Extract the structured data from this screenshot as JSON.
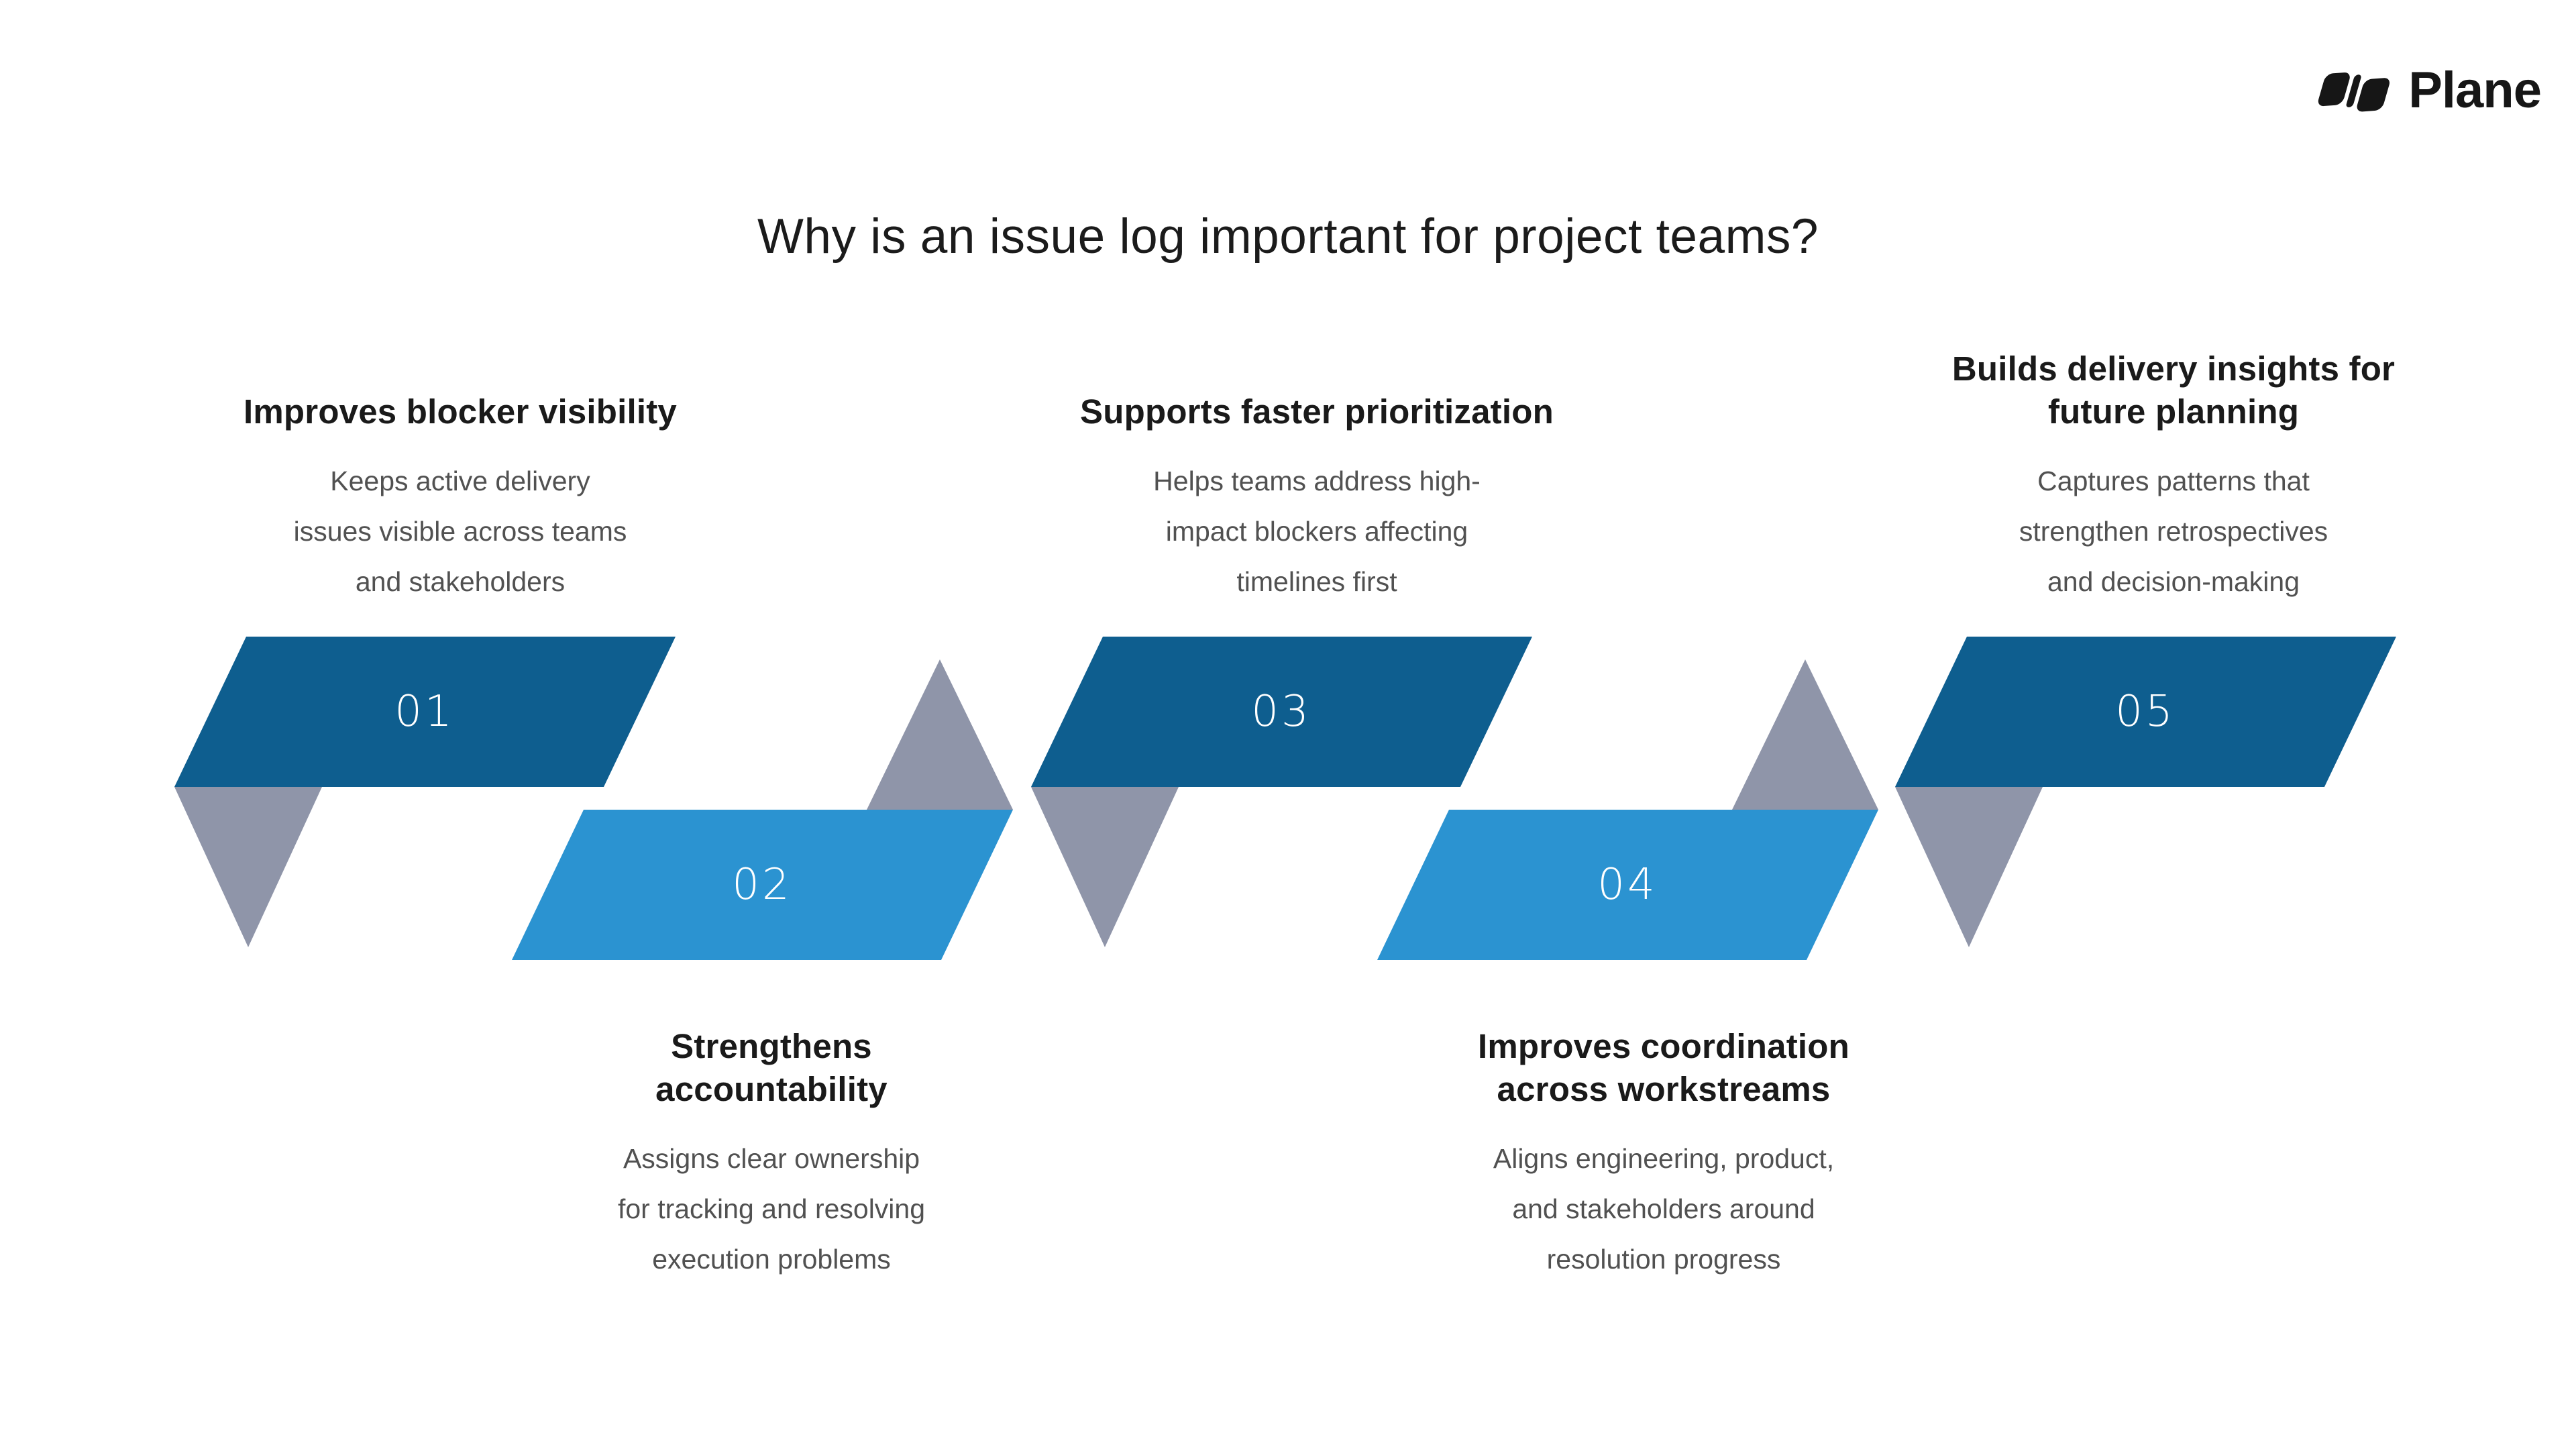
{
  "brand": {
    "name": "Plane",
    "logo_icon": "plane-logo-mark",
    "text_color": "#161616"
  },
  "title": "Why is an issue log important for project teams?",
  "colors": {
    "background": "#ffffff",
    "dark_blue": "#0E5E8F",
    "light_blue": "#2B93D1",
    "fold_gray": "#8F95A9",
    "heading_text": "#1a1a1a",
    "body_text": "#515151",
    "number_text": "#ffffff"
  },
  "items": [
    {
      "num": "01",
      "title": "Improves blocker visibility",
      "desc": "Keeps active delivery\nissues visible across teams\nand stakeholders"
    },
    {
      "num": "02",
      "title": "Strengthens\naccountability",
      "desc": "Assigns clear ownership\nfor tracking and resolving\nexecution problems"
    },
    {
      "num": "03",
      "title": "Supports faster prioritization",
      "desc": "Helps teams address high-\nimpact blockers affecting\ntimelines first"
    },
    {
      "num": "04",
      "title": "Improves coordination\nacross workstreams",
      "desc": "Aligns engineering, product,\nand stakeholders around\nresolution progress"
    },
    {
      "num": "05",
      "title": "Builds delivery insights for\nfuture planning",
      "desc": "Captures patterns that\nstrengthen retrospectives\nand decision-making"
    }
  ]
}
